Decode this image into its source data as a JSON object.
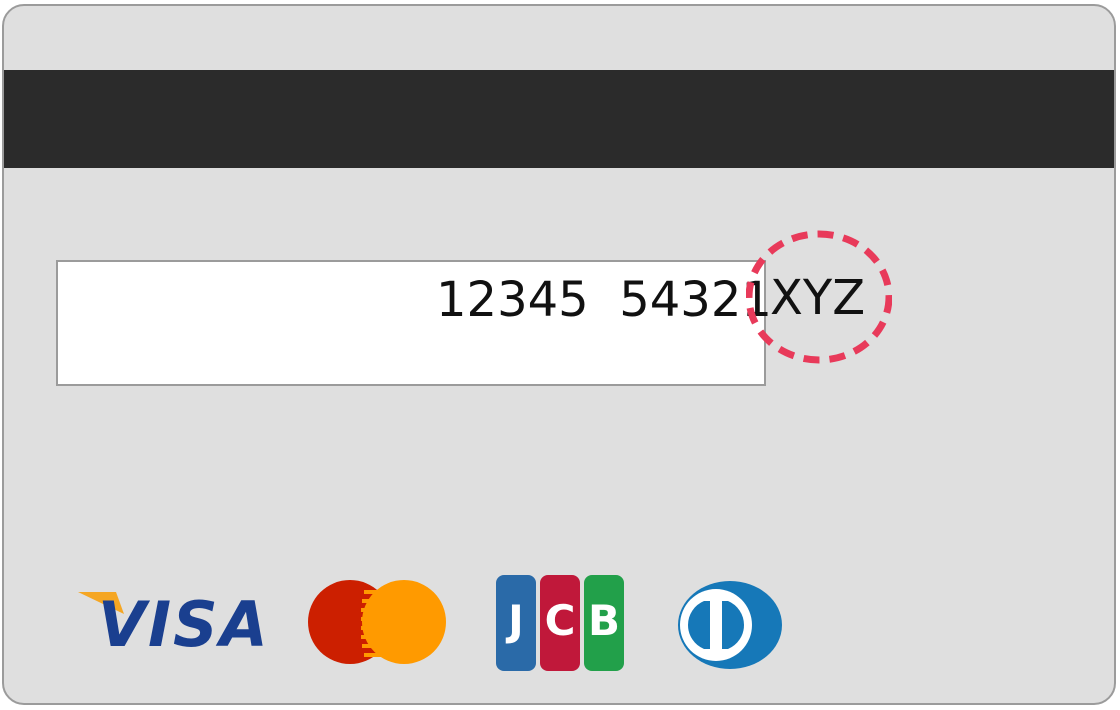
{
  "card": {
    "signature_number": "12345  54321",
    "security_code": "XYZ"
  },
  "colors": {
    "card_background": "#dfdfdf",
    "magnetic_stripe": "#2b2b2b",
    "highlight_circle": "#e83a5a",
    "visa_blue": "#1a3f8f",
    "visa_gold": "#f5a623",
    "mastercard_red": "#cc1f00",
    "mastercard_orange": "#ff9a00",
    "jcb_blue": "#2a6aa8",
    "jcb_red": "#c0183a",
    "jcb_green": "#22a04a",
    "diners_blue": "#1678b8"
  },
  "logos": {
    "visa": "VISA",
    "jcb": "JCB",
    "items": [
      "visa-logo",
      "mastercard-logo",
      "jcb-logo",
      "diners-club-logo"
    ]
  }
}
